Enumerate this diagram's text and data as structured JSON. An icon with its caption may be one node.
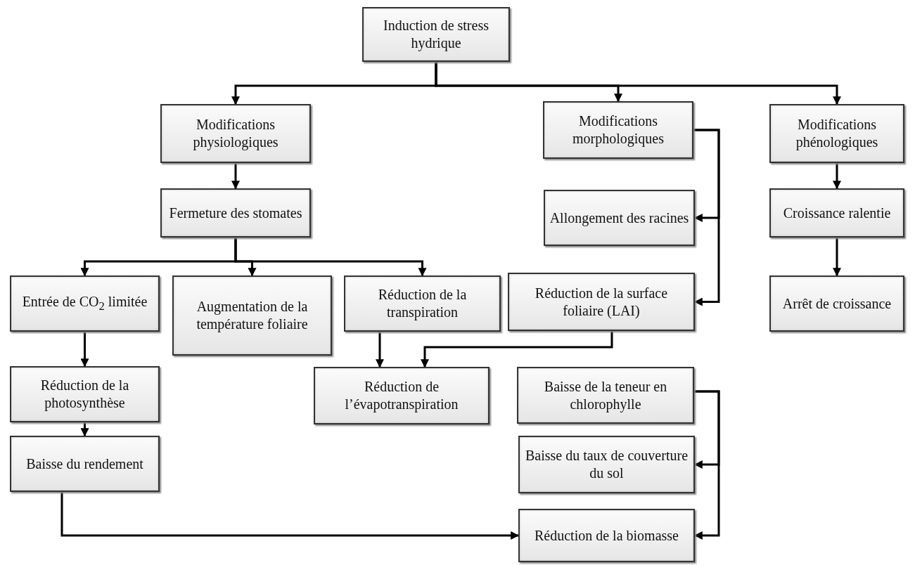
{
  "diagram": {
    "nodes": [
      {
        "text": [
          "Induction de stress hydrique"
        ]
      },
      {
        "text": [
          "Modifications physiologiques"
        ]
      },
      {
        "text": [
          "Modifications morphologiques"
        ]
      },
      {
        "text": [
          "Modifications phénologiques"
        ]
      },
      {
        "text": [
          "Fermeture des stomates"
        ]
      },
      {
        "text": [
          "Allongement des racines"
        ]
      },
      {
        "text": [
          "Croissance ralentie"
        ]
      },
      {
        "text": [
          "Entrée de CO$_{2}$ limitée"
        ]
      },
      {
        "text": [
          "Augmentation de la température foliaire"
        ]
      },
      {
        "text": [
          "Réduction de la transpiration"
        ]
      },
      {
        "text": [
          "Réduction de la surface foliaire (LAI)"
        ]
      },
      {
        "text": [
          "Arrêt de croissance"
        ]
      },
      {
        "text": [
          "Réduction de la photosynthèse"
        ]
      },
      {
        "text": [
          "Réduction de l’évapotranspiration"
        ]
      },
      {
        "text": [
          "Baisse de la teneur en chlorophylle"
        ]
      },
      {
        "text": [
          "Baisse du taux de couverture du sol"
        ]
      },
      {
        "text": [
          "Baisse du rendement"
        ]
      },
      {
        "text": [
          "Réduction de la biomasse"
        ]
      }
    ],
    "edges": [
      {
        "from": 0,
        "to": 1,
        "arrow": "to"
      },
      {
        "from": 0,
        "to": 2,
        "arrow": "to"
      },
      {
        "from": 0,
        "to": 3,
        "arrow": "to"
      },
      {
        "from": 1,
        "to": 4,
        "arrow": "to"
      },
      {
        "from": 2,
        "to": 5,
        "arrow": "to"
      },
      {
        "from": 2,
        "to": 10,
        "arrow": "to"
      },
      {
        "from": 3,
        "to": 6,
        "arrow": "to"
      },
      {
        "from": 4,
        "to": 7,
        "arrow": "to"
      },
      {
        "from": 4,
        "to": 8,
        "arrow": "to"
      },
      {
        "from": 4,
        "to": 9,
        "arrow": "to"
      },
      {
        "from": 6,
        "to": 11,
        "arrow": "to"
      },
      {
        "from": 7,
        "to": 12,
        "arrow": "to"
      },
      {
        "from": 9,
        "to": 13,
        "arrow": "to"
      },
      {
        "from": 10,
        "to": 13,
        "arrow": "to"
      },
      {
        "from": 12,
        "to": 16,
        "arrow": "to"
      },
      {
        "from": 14,
        "to": 15,
        "arrow": "to"
      },
      {
        "from": 14,
        "to": 17,
        "arrow": "to"
      },
      {
        "from": 16,
        "to": 17,
        "arrow": "to"
      }
    ]
  }
}
